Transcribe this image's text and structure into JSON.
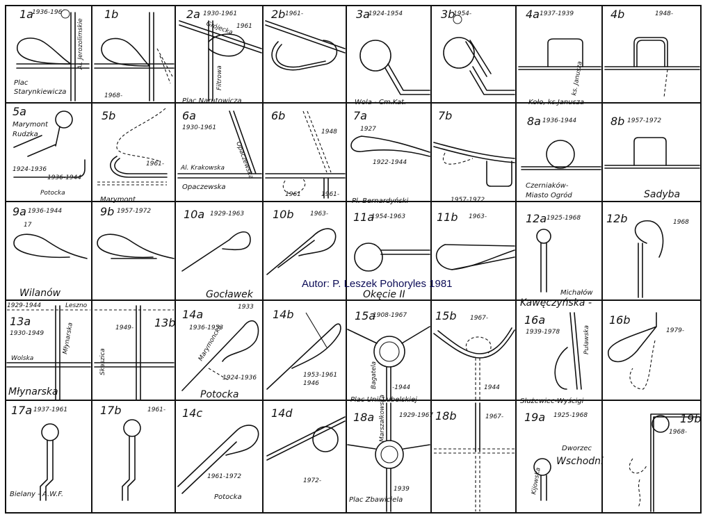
{
  "author": "Autor: P. Leszek Pohoryles 1981",
  "cells": [
    {
      "id": "1a",
      "years": "1936-1968",
      "labels": [
        "Plac",
        "Starynkiewicza"
      ],
      "street": "Al. Jerozolimskie"
    },
    {
      "id": "1b",
      "years": "1968-",
      "labels": [],
      "street": ""
    },
    {
      "id": "2a",
      "years": "1930-1961",
      "labels": [
        "Plac Narutowicza"
      ],
      "street": "Grójecka",
      "street2": "Filtrowa",
      "extra": "1961"
    },
    {
      "id": "2b",
      "years": "1961-",
      "labels": [],
      "street": ""
    },
    {
      "id": "3a",
      "years": "1924-1954",
      "labels": [
        "Wola - Cm.Kat."
      ],
      "street": ""
    },
    {
      "id": "3b",
      "years": "1954-",
      "labels": [],
      "street": ""
    },
    {
      "id": "4a",
      "years": "1937-1939",
      "labels": [
        "Koło, ks.Janusza"
      ],
      "street": "ks. Janusza"
    },
    {
      "id": "4b",
      "years": "1948-",
      "labels": [],
      "street": ""
    },
    {
      "id": "5a",
      "years": "1924-1936",
      "years2": "1936-1944",
      "labels": [
        "Marymont",
        "Rudzka"
      ],
      "street": "Potocka"
    },
    {
      "id": "5b",
      "years": "1961-",
      "labels": [
        "Marymont"
      ],
      "street": ""
    },
    {
      "id": "6a",
      "years": "1930-1961",
      "labels": [
        "Opaczewska"
      ],
      "street": "Al. Krakowska",
      "street2": "Opaczewska"
    },
    {
      "id": "6b",
      "years": "1948",
      "years2": "1961-",
      "years3": "1961",
      "labels": [],
      "street": ""
    },
    {
      "id": "7a",
      "years": "1927",
      "years2": "1922-1944",
      "labels": [
        "Pl. Bernardyński"
      ],
      "street": ""
    },
    {
      "id": "7b",
      "years": "1957-1972",
      "labels": [],
      "street": ""
    },
    {
      "id": "8a",
      "years": "1936-1944",
      "labels": [
        "Czerniaków-",
        "Miasto Ogród"
      ],
      "street": ""
    },
    {
      "id": "8b",
      "years": "1957-1972",
      "labels": [
        "Sadyba"
      ],
      "street": ""
    },
    {
      "id": "9a",
      "years": "1936-1944",
      "years2": "17",
      "labels": [
        "Wilanów"
      ],
      "street": ""
    },
    {
      "id": "9b",
      "years": "1957-1972",
      "labels": [],
      "street": ""
    },
    {
      "id": "10a",
      "years": "1929-1963",
      "labels": [
        "Gocławek"
      ],
      "street": ""
    },
    {
      "id": "10b",
      "years": "1963-",
      "labels": [],
      "street": ""
    },
    {
      "id": "11a",
      "years": "1954-1963",
      "labels": [
        "Okęcie II"
      ],
      "street": ""
    },
    {
      "id": "11b",
      "years": "1963-",
      "labels": [],
      "street": ""
    },
    {
      "id": "12a",
      "years": "1925-1968",
      "labels": [
        "Michałów",
        "Kawęczyńska -"
      ],
      "street": ""
    },
    {
      "id": "12b",
      "years": "1968",
      "labels": [],
      "street": ""
    },
    {
      "id": "13a",
      "years": "1930-1949",
      "years2": "1929-1944",
      "labels": [
        "Młynarska"
      ],
      "street": "Leszno",
      "street2": "Wolska",
      "street3": "Młynarska"
    },
    {
      "id": "13b",
      "years": "1949-",
      "labels": [],
      "street": "Skaszica"
    },
    {
      "id": "14a",
      "years": "1936-1953",
      "years2": "1933",
      "years3": "1924-1936",
      "labels": [
        "Potocka"
      ],
      "street": "Marymoncka"
    },
    {
      "id": "14b",
      "years": "1953-1961",
      "years2": "1946",
      "labels": [],
      "street": ""
    },
    {
      "id": "15a",
      "years": "1908-1967",
      "years2": "-1944",
      "labels": [
        "Plac Unii Lubelskiej"
      ],
      "street": "Bagatela"
    },
    {
      "id": "15b",
      "years": "1967-",
      "years2": "1944",
      "labels": [],
      "street": ""
    },
    {
      "id": "16a",
      "years": "1939-1978",
      "labels": [
        "Służewiec-Wyścigi"
      ],
      "street": "Puławska"
    },
    {
      "id": "16b",
      "years": "1979-",
      "labels": [],
      "street": ""
    },
    {
      "id": "17a",
      "years": "1937-1961",
      "labels": [
        "Bielany - A.W.F."
      ],
      "street": ""
    },
    {
      "id": "17b",
      "years": "1961-",
      "labels": [],
      "street": ""
    },
    {
      "id": "14c",
      "years": "1961-1972",
      "labels": [
        "Potocka"
      ],
      "street": ""
    },
    {
      "id": "14d",
      "years": "1972-",
      "labels": [],
      "street": ""
    },
    {
      "id": "18a",
      "years": "1929-1967",
      "years2": "1939",
      "labels": [
        "Plac Zbawiciela"
      ],
      "street": "Marszałkowska"
    },
    {
      "id": "18b",
      "years": "1967-",
      "labels": [],
      "street": ""
    },
    {
      "id": "19a",
      "years": "1925-1968",
      "labels": [
        "Dworzec",
        "Wschodni"
      ],
      "street": "Kijowska"
    },
    {
      "id": "19b",
      "years": "1968-",
      "labels": [],
      "street": ""
    }
  ]
}
